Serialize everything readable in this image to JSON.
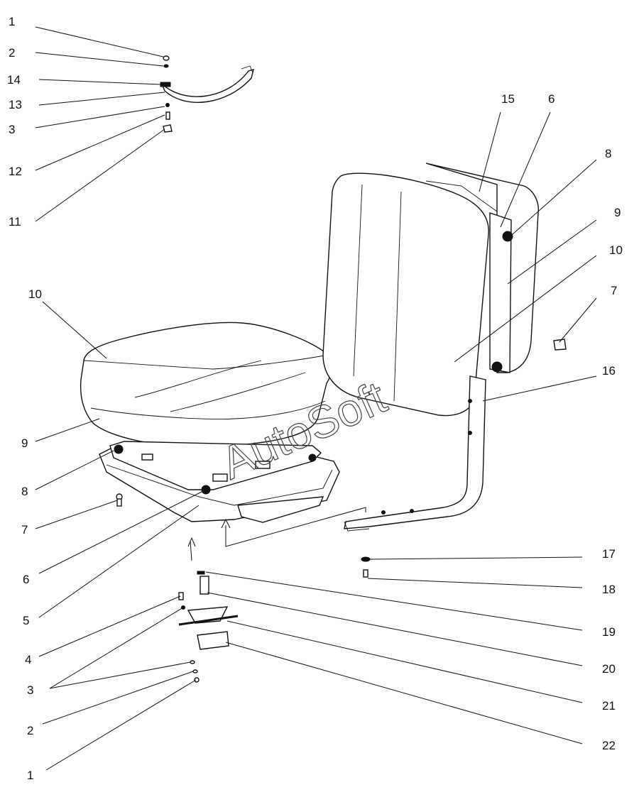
{
  "watermark": "AutoSoft",
  "labels": {
    "l1_top": "1",
    "l2_top": "2",
    "l14": "14",
    "l13": "13",
    "l3_top": "3",
    "l12": "12",
    "l11": "11",
    "l10_left": "10",
    "l9_left": "9",
    "l8_left": "8",
    "l7_left": "7",
    "l6_left": "6",
    "l5": "5",
    "l4": "4",
    "l3_bottom": "3",
    "l2_bottom": "2",
    "l1_bottom": "1",
    "l15": "15",
    "l6_right": "6",
    "l8_right": "8",
    "l9_right": "9",
    "l10_right": "10",
    "l7_right": "7",
    "l16": "16",
    "l17": "17",
    "l18": "18",
    "l19": "19",
    "l20": "20",
    "l21": "21",
    "l22": "22"
  }
}
